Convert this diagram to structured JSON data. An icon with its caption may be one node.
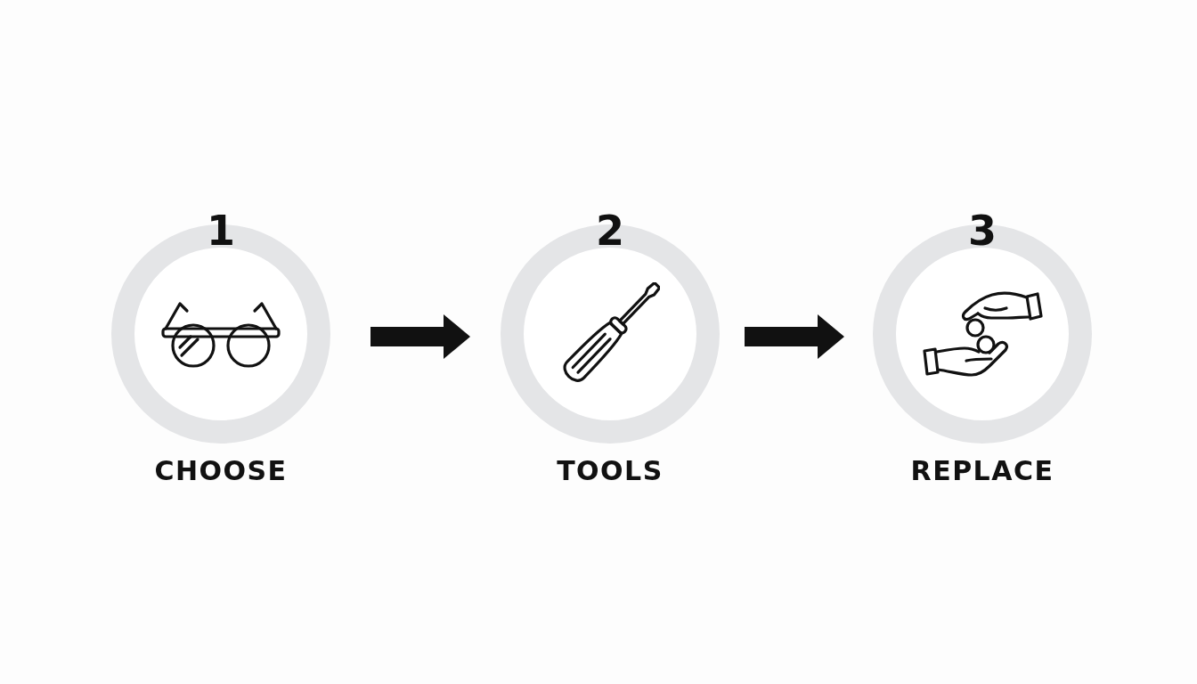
{
  "diagram": {
    "nodes": [
      {
        "text": [
          "1",
          "CHOOSE"
        ]
      },
      {
        "text": [
          "2",
          "TOOLS"
        ]
      },
      {
        "text": [
          "3",
          "REPLACE"
        ]
      }
    ],
    "edges": [
      {
        "from": 0,
        "to": 1,
        "arrow": "to"
      },
      {
        "from": 1,
        "to": 2,
        "arrow": "to"
      }
    ]
  }
}
